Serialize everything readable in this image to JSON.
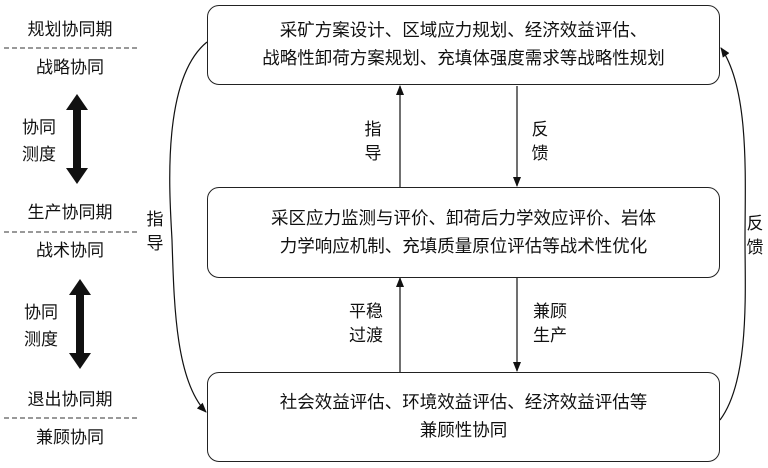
{
  "left_column": {
    "stages": [
      {
        "period": "规划协同期",
        "type": "战略协同"
      },
      {
        "period": "生产协同期",
        "type": "战术协同"
      },
      {
        "period": "退出协同期",
        "type": "兼顾协同"
      }
    ],
    "measures": [
      {
        "line1": "协同",
        "line2": "测度"
      },
      {
        "line1": "协同",
        "line2": "测度"
      }
    ]
  },
  "boxes": {
    "strategic": {
      "line1": "采矿方案设计、区域应力规划、经济效益评估、",
      "line2": "战略性卸荷方案规划、充填体强度需求等战略性规划"
    },
    "tactical": {
      "line1": "采区应力监测与评价、卸荷后力学效应评价、岩体",
      "line2": "力学响应机制、充填质量原位评估等战术性优化"
    },
    "exit": {
      "line1": "社会效益评估、环境效益评估、经济效益评估等",
      "line2": "兼顾性协同"
    }
  },
  "arrows": {
    "up1": {
      "line1": "指",
      "line2": "导"
    },
    "down1": {
      "line1": "反",
      "line2": "馈"
    },
    "up2": {
      "line1": "平稳",
      "line2": "过渡"
    },
    "down2": {
      "line1": "兼顾",
      "line2": "生产"
    },
    "left_curve": {
      "line1": "指",
      "line2": "导"
    },
    "right_curve": {
      "line1": "反",
      "line2": "馈"
    }
  }
}
